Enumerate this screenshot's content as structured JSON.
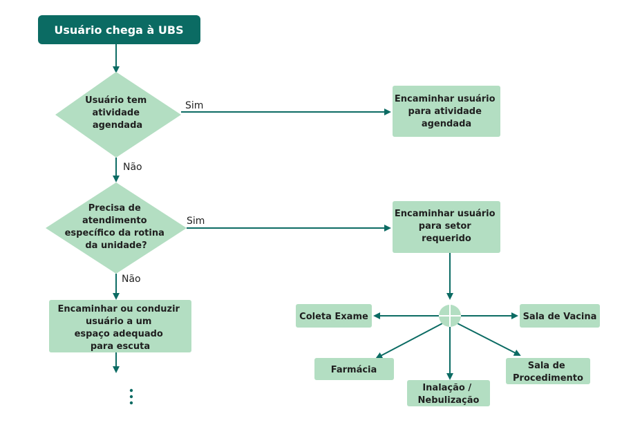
{
  "start": {
    "label": "Usuário chega à UBS"
  },
  "decision1": {
    "lines": [
      "Usuário tem",
      "atividade",
      "agendada"
    ],
    "yes": "Sim",
    "no": "Não"
  },
  "action1": {
    "lines": [
      "Encaminhar usuário",
      "para atividade",
      "agendada"
    ]
  },
  "decision2": {
    "lines": [
      "Precisa de",
      "atendimento",
      "específico da rotina",
      "da unidade?"
    ],
    "yes": "Sim",
    "no": "Não"
  },
  "action2": {
    "lines": [
      "Encaminhar usuário",
      "para setor",
      "requerido"
    ]
  },
  "action3": {
    "lines": [
      "Encaminhar ou conduzir",
      "usuário a um",
      "espaço adequado",
      "para escuta"
    ]
  },
  "sectors": {
    "coleta": "Coleta Exame",
    "vacina": "Sala de Vacina",
    "farmacia": "Farmácia",
    "inalacao": [
      "Inalação /",
      "Nebulização"
    ],
    "procedimento": [
      "Sala de",
      "Procedimento"
    ]
  },
  "colors": {
    "teal": "#0b6b63",
    "box": "#b3dec2",
    "arrow": "#0b6b63"
  }
}
